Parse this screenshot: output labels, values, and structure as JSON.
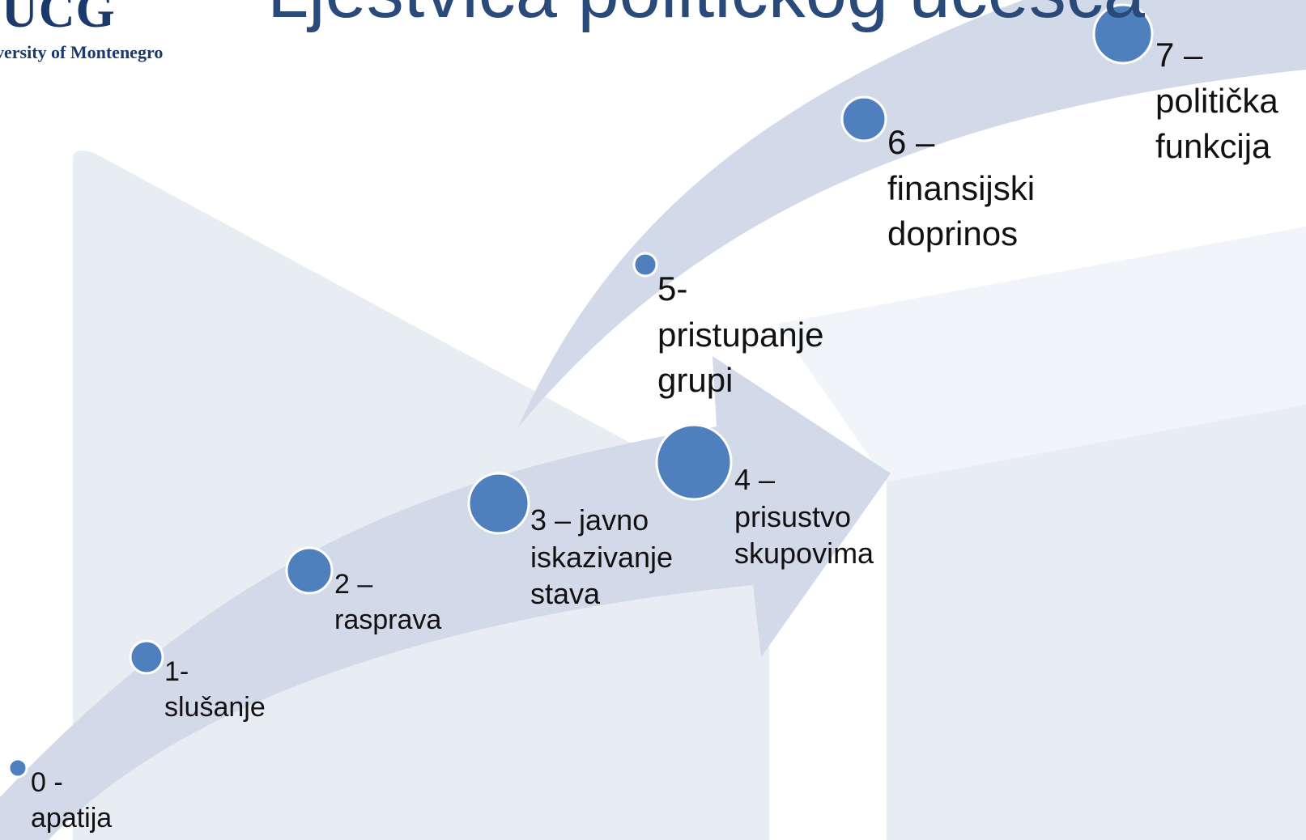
{
  "logo": {
    "name": "UCG",
    "subtitle": "versity of Montenegro"
  },
  "title": "Ljestvica političkog učešća",
  "colors": {
    "arrow": "#d2d9e9",
    "background_shape": "#e8edf4",
    "node": "#4f80bd",
    "node_border": "#ffffff",
    "title": "#2a4a7a",
    "logo": "#1b3a6b"
  },
  "steps": [
    {
      "label": "0 -\napatija"
    },
    {
      "label": "1-\nslušanje"
    },
    {
      "label": "2 –\nrasprava"
    },
    {
      "label": "3 – javno\niskazivanje\nstava"
    },
    {
      "label": "4 –\nprisustvo\nskupovima"
    },
    {
      "label": "5-\npristupanje\ngrupi"
    },
    {
      "label": "6 –\nfinansijski\ndoprinos"
    },
    {
      "label": "7 –\npolitička\nfunkcija"
    }
  ]
}
